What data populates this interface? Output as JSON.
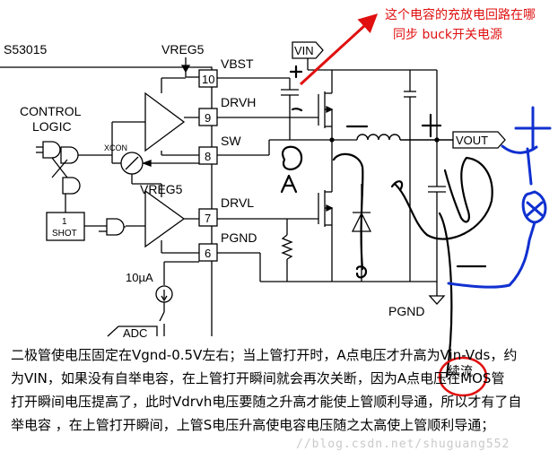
{
  "chip": {
    "part": "S53015",
    "control_logic": [
      "CONTROL",
      "LOGIC"
    ],
    "one_shot": [
      "1",
      "SHOT"
    ],
    "xcon": "XCON",
    "vreg5_top": "VREG5",
    "vreg5_mid": "VREG5",
    "current_source": "10µA",
    "adc": "ADC"
  },
  "pins": [
    {
      "num": "10",
      "name": "VBST"
    },
    {
      "num": "9",
      "name": "DRVH"
    },
    {
      "num": "8",
      "name": "SW"
    },
    {
      "num": "7",
      "name": "DRVL"
    },
    {
      "num": "6",
      "name": "PGND"
    }
  ],
  "nets": {
    "vin": "VIN",
    "vout": "VOUT",
    "pgnd": "PGND"
  },
  "annotations": {
    "red_note_line1": "这个电容的充放电回路在哪",
    "red_note_line2": "同步 buck开关电源",
    "point_a": "A",
    "circled_text": "续流",
    "plus": "+",
    "minus": "-"
  },
  "explanation": [
    "二极管使电压固定在Vgnd-0.5V左右；当上管打开时，A点电压才升高为Vin-Vds，约",
    "为VIN，如果没有自举电容，在上管打开瞬间就会再次关断，因为A点电压在MOS管",
    "打开瞬间电压提高了，此时Vdrvh电压要随之升高才能使上管顺利导通，所以才有了自",
    "举电容 ，在上管打开瞬间，上管S电压升高使电容电压随之太高使上管顺利导通；"
  ],
  "watermark": "//blog.csdn.net/shuguang552",
  "colors": {
    "red": "#e01010",
    "blue": "#1030d0",
    "ink": "#000000"
  }
}
